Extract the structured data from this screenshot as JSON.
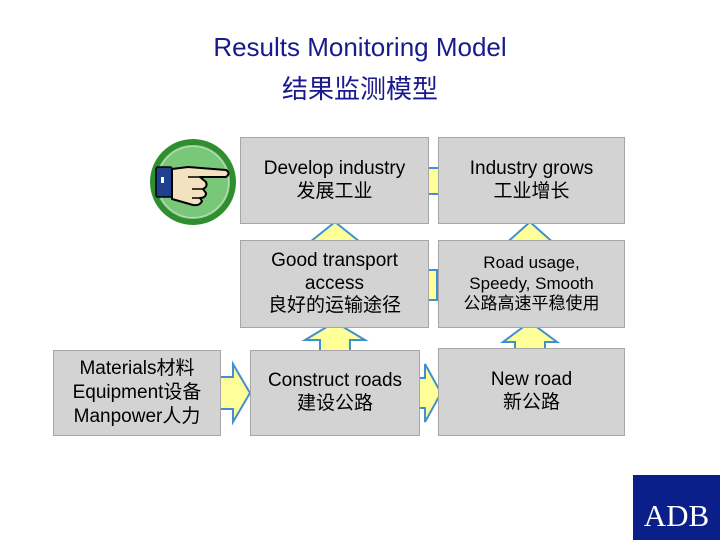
{
  "title": {
    "line1": "Results Monitoring Model",
    "line2": "结果监测模型"
  },
  "inputs": {
    "lines": [
      "Materials材料",
      "Equipment设备",
      "Manpower人力"
    ]
  },
  "boxes": {
    "develop_industry": [
      "Develop industry",
      "发展工业"
    ],
    "industry_grows": [
      "Industry grows",
      "工业增长"
    ],
    "good_transport": [
      "Good transport",
      "access",
      "良好的运输途径"
    ],
    "road_usage": [
      "Road usage,",
      "Speedy, Smooth",
      "公路高速平稳使用"
    ],
    "construct_roads": [
      "Construct roads",
      "建设公路"
    ],
    "new_road": [
      "New road",
      "新公路"
    ]
  },
  "logo": {
    "text": "ADB"
  },
  "colors": {
    "box_fill": "#d3d3d3",
    "arrow_fill": "#ffff99",
    "arrow_stroke": "#3f8fd2",
    "title": "#1a1a8c",
    "logo_bg": "#0b1f8a",
    "icon_ring": "#2f8f2f"
  },
  "icons": {
    "pointing_hand": "pointing-hand-icon"
  }
}
